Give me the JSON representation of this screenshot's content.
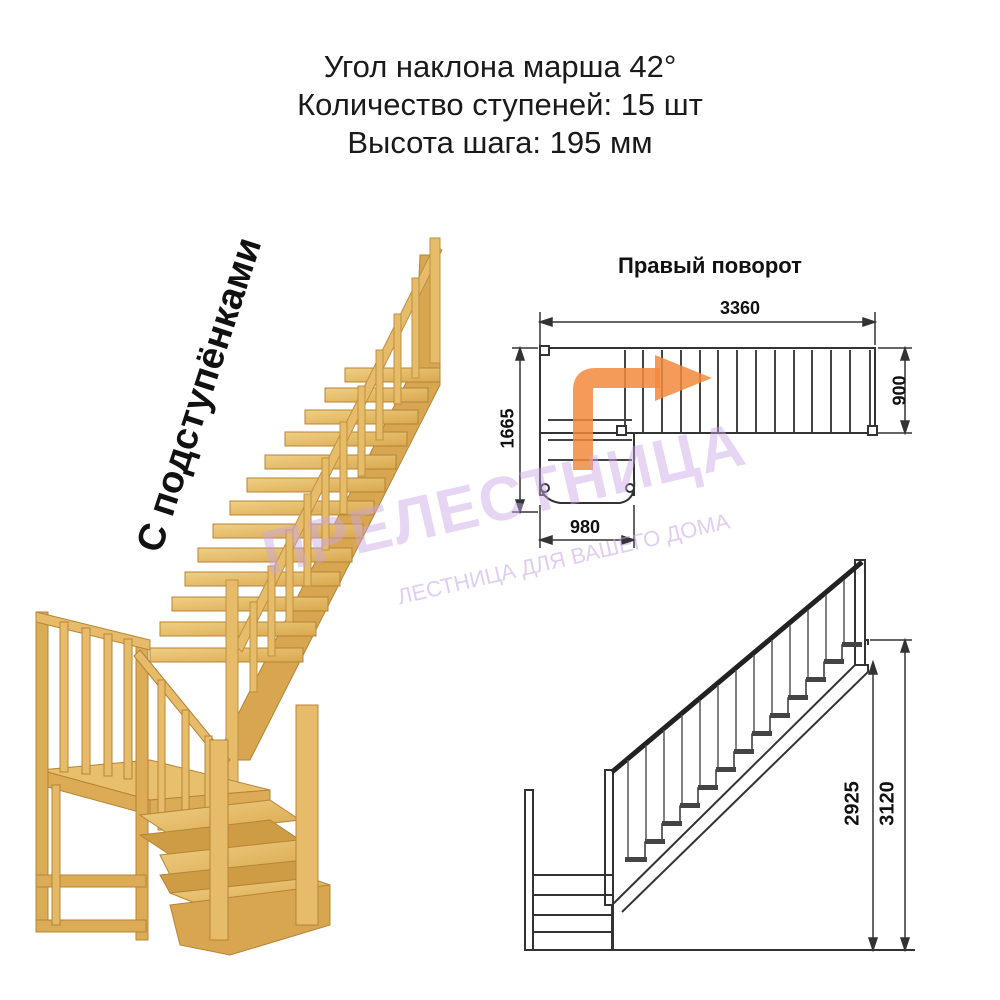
{
  "specs": {
    "line1": "Угол наклона марша 42°",
    "line2": "Количество ступеней: 15 шт",
    "line3": "Высота шага: 195 мм"
  },
  "side_label": "С подступёнками",
  "plan": {
    "title": "Правый поворот",
    "dim_width": "3360",
    "dim_depth": "1665",
    "dim_flight_width": "900",
    "dim_lower_width": "980"
  },
  "elevation": {
    "dim_height_1": "2925",
    "dim_height_2": "3120"
  },
  "watermark": {
    "brand": "ПРЕЛЕСТНИЦА",
    "tagline": "ЛЕСТНИЦА ДЛЯ ВАШЕГО ДОМА"
  },
  "colors": {
    "wood": "#e3b866",
    "wood_dark": "#b98a3a",
    "wood_light": "#f2d58f",
    "line": "#333333",
    "arrow": "#f07a2a",
    "watermark": "#c9a6e6"
  }
}
